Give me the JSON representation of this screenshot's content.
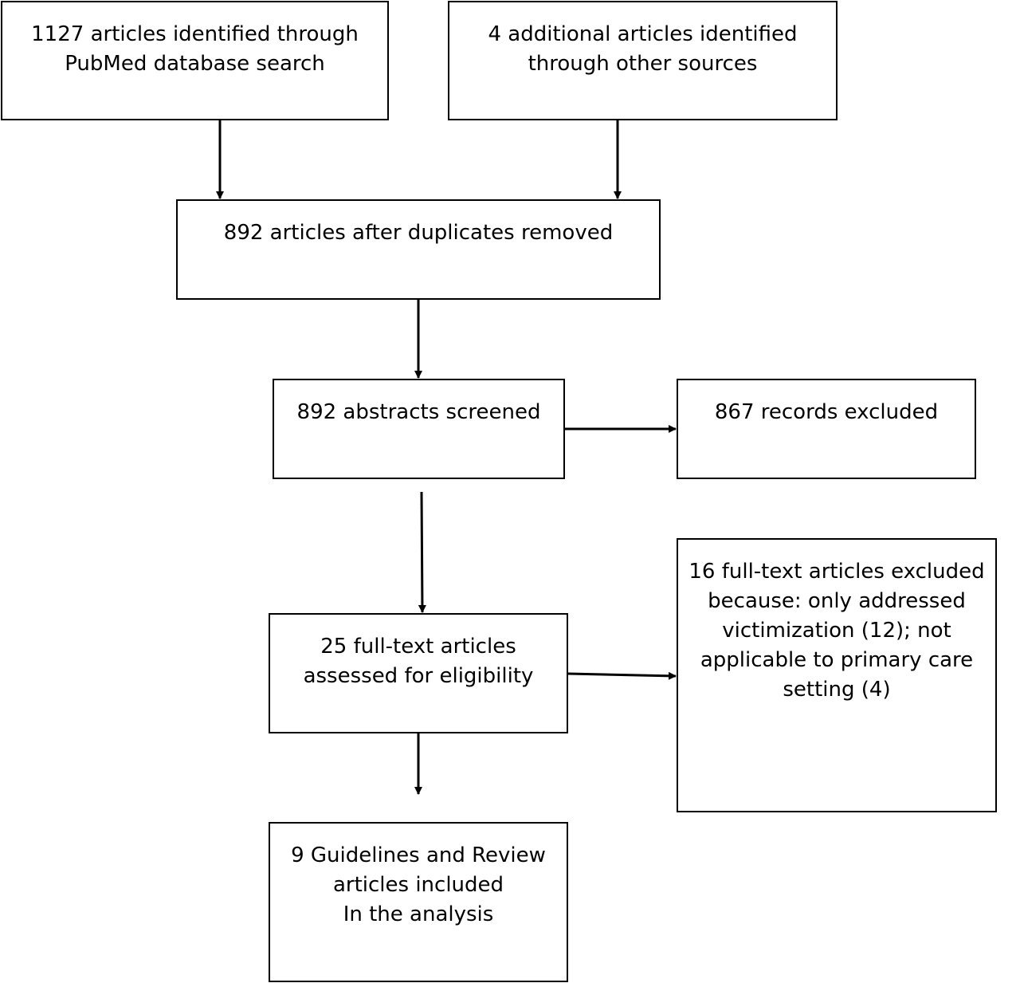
{
  "flowchart": {
    "nodes": {
      "pubmed_search": "1127 articles identified through\nPubMed database search",
      "other_sources": "4 additional articles identified\nthrough other sources",
      "after_duplicates": "892 articles after duplicates removed",
      "abstracts_screened": "892 abstracts screened",
      "records_excluded": "867 records excluded",
      "fulltext_assessed": "25 full-text articles\nassessed for eligibility",
      "fulltext_excluded": "16 full-text articles excluded\nbecause: only addressed\nvictimization (12); not\napplicable to primary care\nsetting (4)",
      "included": "9 Guidelines and Review\narticles included\nIn the analysis"
    },
    "edges": [
      {
        "from": "pubmed_search",
        "to": "after_duplicates"
      },
      {
        "from": "other_sources",
        "to": "after_duplicates"
      },
      {
        "from": "after_duplicates",
        "to": "abstracts_screened"
      },
      {
        "from": "abstracts_screened",
        "to": "records_excluded"
      },
      {
        "from": "abstracts_screened",
        "to": "fulltext_assessed"
      },
      {
        "from": "fulltext_assessed",
        "to": "fulltext_excluded"
      },
      {
        "from": "fulltext_assessed",
        "to": "included"
      }
    ]
  }
}
